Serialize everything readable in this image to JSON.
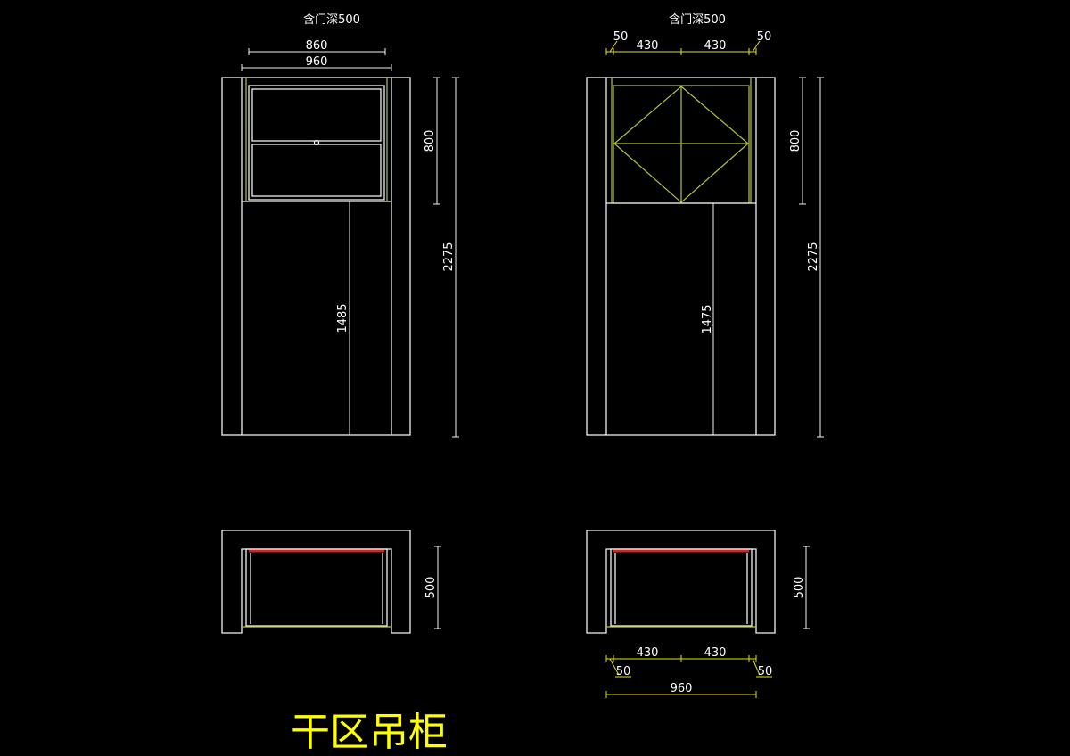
{
  "title": "干区吊柜",
  "left_elevation": {
    "depth_label": "含门深500",
    "dim_inner_width": "860",
    "dim_outer_width": "960",
    "dim_upper_height": "800",
    "dim_total_height": "2275",
    "dim_lower_height": "1485"
  },
  "right_elevation": {
    "depth_label": "含门深500",
    "dim_side_left": "50",
    "dim_panel_left": "430",
    "dim_panel_right": "430",
    "dim_side_right": "50",
    "dim_upper_height": "800",
    "dim_total_height": "2275",
    "dim_lower_height": "1475"
  },
  "left_plan": {
    "dim_depth": "500"
  },
  "right_plan": {
    "dim_depth": "500",
    "dim_panel_left": "430",
    "dim_panel_right": "430",
    "dim_side_left": "50",
    "dim_side_right": "50",
    "dim_total_width": "960"
  },
  "colors": {
    "background": "#000000",
    "line": "#f2f2f2",
    "panel": "#b8c43a",
    "edge_highlight": "#d42323",
    "title": "#ffff00"
  }
}
